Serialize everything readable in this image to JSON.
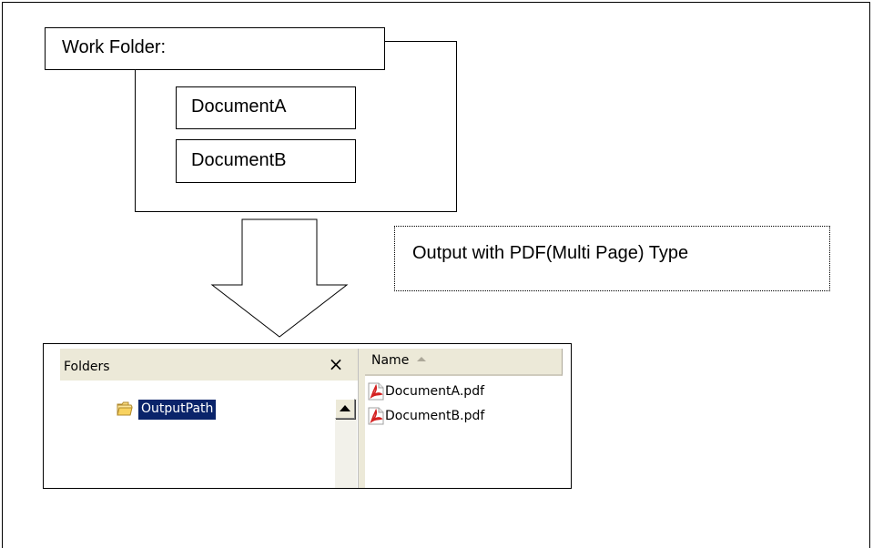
{
  "diagram": {
    "work_folder": {
      "label": "Work Folder:",
      "documents": [
        "DocumentA",
        "DocumentB"
      ]
    },
    "output_note": "Output with PDF(Multi Page) Type"
  },
  "explorer": {
    "folders_pane": {
      "title": "Folders",
      "close_glyph": "×",
      "close_icon": "close-icon",
      "selected_folder": "OutputPath",
      "folder_icon": "folder-icon",
      "scroll_up_icon": "scroll-up-arrow-icon"
    },
    "files_pane": {
      "column_header": "Name",
      "sort_icon": "sort-ascending-icon",
      "file_icon": "pdf-icon",
      "files": [
        "DocumentA.pdf",
        "DocumentB.pdf"
      ]
    }
  }
}
